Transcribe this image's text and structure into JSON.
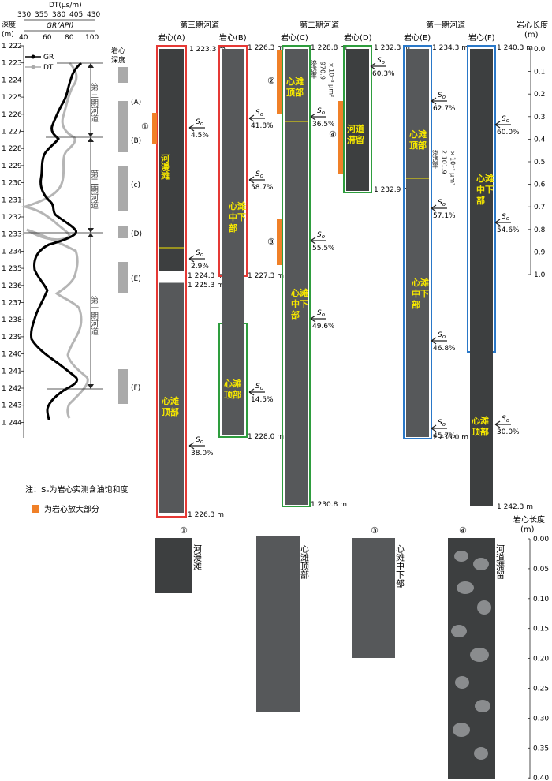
{
  "left_panel": {
    "dt_label": "DT(μs/m)",
    "dt_ticks": [
      "330",
      "355",
      "380",
      "405",
      "430"
    ],
    "gr_label": "GR(API)",
    "gr_ticks": [
      "40",
      "60",
      "80",
      "100"
    ],
    "depth_title": "深度",
    "depth_unit": "(m)",
    "depths": [
      "1 222",
      "1 223",
      "1 224",
      "1 225",
      "1 226",
      "1 227",
      "1 228",
      "1 229",
      "1 230",
      "1 231",
      "1 232",
      "1 233",
      "1 234",
      "1 235",
      "1 236",
      "1 237",
      "1 238",
      "1 239",
      "1 240",
      "1 241",
      "1 242",
      "1 243",
      "1 244"
    ],
    "legend_gr": "GR",
    "legend_dt": "DT",
    "channel_labels": [
      "第三期河道",
      "第二期河道",
      "第一期河道"
    ],
    "core_depth_title": "岩心深度",
    "core_depth_labels": [
      "(A)",
      "(B)",
      "(c)",
      "(D)",
      "(E)",
      "(F)"
    ]
  },
  "top_headers": {
    "channel3": "第三期河道",
    "channel2": "第二期河道",
    "channel1": "第一期河道",
    "core_length": "岩心长度",
    "core_length_unit": "(m)",
    "cores": [
      "岩心(A)",
      "岩心(B)",
      "岩心(C)",
      "岩心(D)",
      "岩心(E)",
      "岩心(F)"
    ]
  },
  "length_scale": [
    "0.0",
    "0.1",
    "0.2",
    "0.3",
    "0.4",
    "0.5",
    "0.6",
    "0.7",
    "0.8",
    "0.9",
    "1.0"
  ],
  "core_depths": {
    "A_top": "1 223.3 m",
    "A_mid1": "1 224.3 m",
    "A_mid2": "1 225.3 m",
    "A_bottom": "1 226.3 m",
    "B_top": "1 226.3 m",
    "B_mid": "1 227.3 m",
    "B_bottom": "1 228.0 m",
    "C_top": "1 228.8 m",
    "C_bottom": "1 230.8 m",
    "D_top": "1 232.3 m",
    "D_bottom": "1 232.9 m",
    "E_top": "1 234.3 m",
    "E_bottom": "1 236.0 m",
    "F_top": "1 240.3 m",
    "F_bottom": "1 242.3 m"
  },
  "facies": {
    "floodplain": "河漫滩",
    "bar_mid_lower": "心滩中下部",
    "bar_top": "心滩顶部",
    "channel_lag": "河道滞留"
  },
  "so_label": "S",
  "so_sub": "o",
  "so_values": {
    "A1": "4.5%",
    "A2": "2.9%",
    "A3": "38.0%",
    "B1": "41.8%",
    "B2": "58.7%",
    "B3": "14.5%",
    "C1": "36.5%",
    "C2": "55.5%",
    "C3": "49.6%",
    "D1": "60.3%",
    "E1": "62.7%",
    "E2": "57.1%",
    "E3": "46.8%",
    "E4": "45.7%",
    "F1": "60.0%",
    "F2": "54.6%",
    "F3": "30.0%"
  },
  "permeability": {
    "label": "渗透率",
    "C_value": "970.9",
    "E_value": "2 101.9",
    "unit": "×10⁻³ μm²"
  },
  "zoom_markers": [
    "①",
    "②",
    "③",
    "④"
  ],
  "notes": {
    "so_note": "注：Sₒ为岩心实测含油饱和度",
    "zoom_note": "为岩心放大部分"
  },
  "zoom_panels": {
    "p1_label": "河漫滩",
    "p2_label": "心滩顶部",
    "p3_label": "心滩中下部",
    "p4_label": "河道滞留",
    "scale_title": "岩心长度",
    "scale_unit": "(m)",
    "scale_values": [
      "0.00",
      "0.05",
      "0.10",
      "0.15",
      "0.20",
      "0.25",
      "0.30",
      "0.35",
      "0.40"
    ]
  },
  "colors": {
    "red": "#e53935",
    "green": "#2e9d3e",
    "blue": "#2a78c8",
    "orange": "#f08028",
    "yellow": "#f5e600"
  }
}
